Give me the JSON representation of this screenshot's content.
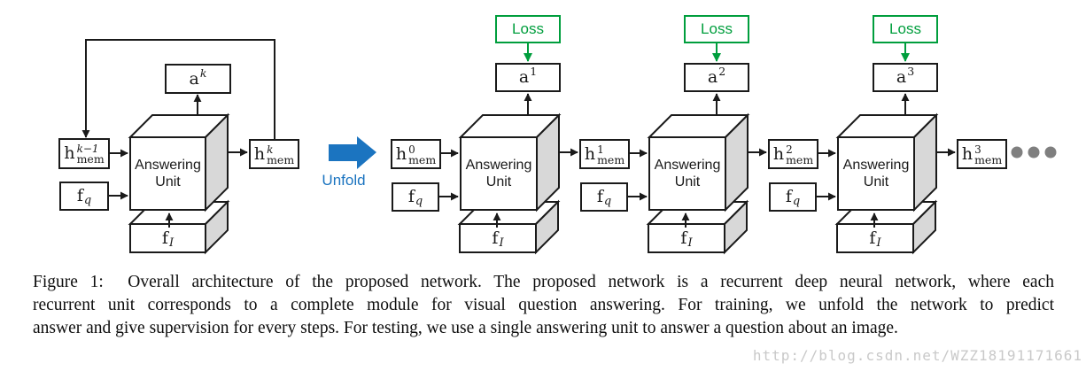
{
  "figure": {
    "caption_lines": [
      "Figure 1:  Overall architecture of the proposed network. The proposed network is a recurrent deep neural network, where each",
      "recurrent unit corresponds to a complete module for visual question answering. For training, we unfold the network to predict",
      "answer and give supervision for every steps. For testing, we use a single answering unit to answer a question about an image."
    ],
    "watermark": "http://blog.csdn.net/WZZ18191171661"
  },
  "diagram": {
    "unfold_label": "Unfold",
    "loss_label": "Loss",
    "unit_line1": "Answering",
    "unit_line2": "Unit",
    "answers": [
      {
        "base": "a",
        "sup": "k"
      },
      {
        "base": "a",
        "sup": "1"
      },
      {
        "base": "a",
        "sup": "2"
      },
      {
        "base": "a",
        "sup": "3"
      }
    ],
    "states": [
      {
        "base": "h",
        "sup": "k−1",
        "sub": "mem"
      },
      {
        "base": "h",
        "sup": "k",
        "sub": "mem"
      },
      {
        "base": "h",
        "sup": "0",
        "sub": "mem"
      },
      {
        "base": "h",
        "sup": "1",
        "sub": "mem"
      },
      {
        "base": "h",
        "sup": "2",
        "sub": "mem"
      },
      {
        "base": "h",
        "sup": "3",
        "sub": "mem"
      }
    ],
    "question": {
      "base": "f",
      "sub": "q"
    },
    "image_feat": {
      "base": "f",
      "sub": "I"
    },
    "colors": {
      "loss_green": "#009e3d",
      "unfold_blue": "#1b74c0",
      "cube_face_gray": "#d8d8d8",
      "dot_gray": "#7f7f7f",
      "line_black": "#1a1a1a"
    }
  }
}
